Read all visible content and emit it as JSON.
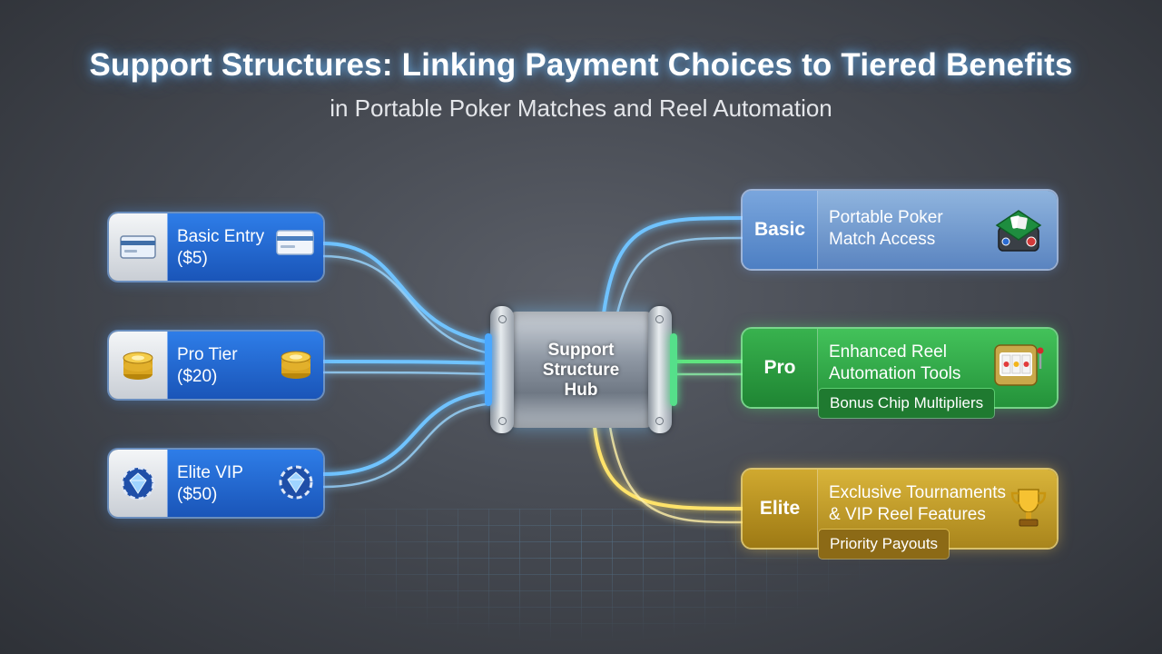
{
  "header": {
    "title": "Support Structures: Linking Payment Choices to Tiered Benefits",
    "subtitle": "in Portable Poker Matches and Reel Automation"
  },
  "payments": [
    {
      "label_line1": "Basic Entry",
      "label_line2": "($5)",
      "icon": "credit-card-icon"
    },
    {
      "label_line1": "Pro Tier",
      "label_line2": "($20)",
      "icon": "gold-chip-stack-icon"
    },
    {
      "label_line1": "Elite VIP",
      "label_line2": "($50)",
      "icon": "diamond-chip-icon"
    }
  ],
  "hub": {
    "line1": "Support",
    "line2": "Structure",
    "line3": "Hub"
  },
  "benefits": [
    {
      "tier": "Basic",
      "desc_line1": "Portable Poker",
      "desc_line2": "Match Access",
      "extra": "",
      "icon": "poker-table-icon",
      "color": "#6a93cf"
    },
    {
      "tier": "Pro",
      "desc_line1": "Enhanced Reel",
      "desc_line2": "Automation Tools",
      "extra": "Bonus Chip Multipliers",
      "icon": "slot-machine-icon",
      "color": "#2fa846"
    },
    {
      "tier": "Elite",
      "desc_line1": "Exclusive Tournaments",
      "desc_line2": "& VIP Reel Features",
      "extra": "Priority Payouts",
      "icon": "trophy-icon",
      "color": "#c59e2a"
    }
  ],
  "colors": {
    "wire_blue": "#6fc3ff",
    "wire_green": "#5ee47f",
    "wire_yellow": "#ffe36b"
  }
}
